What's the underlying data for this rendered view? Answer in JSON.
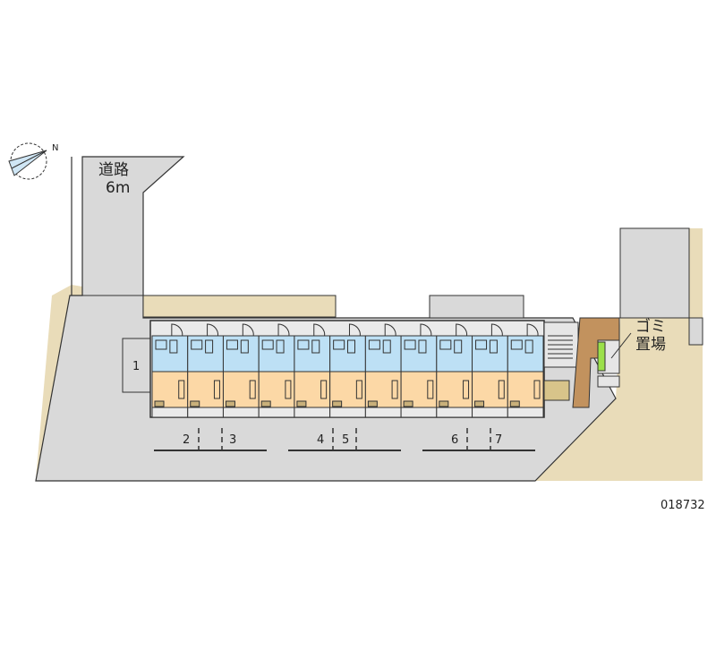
{
  "road": {
    "label_line1": "道路",
    "label_line2": "6m"
  },
  "compass": {
    "north_label": "N"
  },
  "garbage": {
    "label_line1": "ゴミ",
    "label_line2": "置場"
  },
  "parking": {
    "spaces": [
      "1",
      "2",
      "3",
      "4",
      "5",
      "6",
      "7"
    ]
  },
  "building": {
    "unit_count": 11
  },
  "property_id": "018732",
  "colors": {
    "road": "#d9d9d9",
    "land": "#e9dcb9",
    "wet_area": "#bde0f5",
    "room": "#fcd8a6",
    "brick": "#b8865a",
    "green": "#9be04a"
  }
}
